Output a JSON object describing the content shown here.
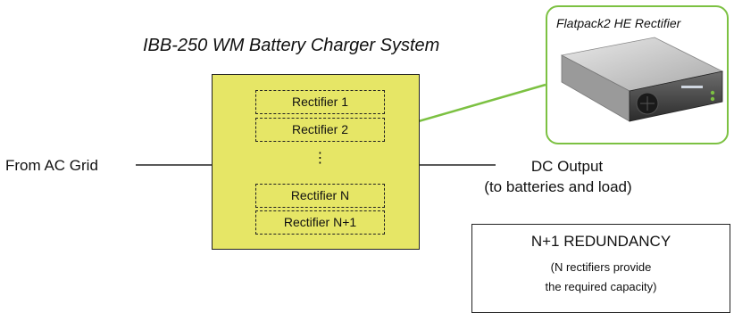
{
  "title": "IBB-250 WM Battery Charger System",
  "charger": {
    "rectifiers_top": [
      "Rectifier 1",
      "Rectifier 2"
    ],
    "ellipsis": "⋮",
    "rectifiers_bottom": [
      "Rectifier N",
      "Rectifier N+1"
    ]
  },
  "input_label": "From  AC  Grid",
  "output": {
    "label": "DC Output",
    "sub_label": "(to batteries and load)"
  },
  "product_photo": {
    "title": "Flatpack2  HE  Rectifier"
  },
  "redundancy_box": {
    "title": "N+1 REDUNDANCY",
    "line1": "(N rectifiers provide",
    "line2": "the required capacity)"
  },
  "colors": {
    "charger_fill": "#e6e666",
    "callout_green": "#7cc142"
  }
}
